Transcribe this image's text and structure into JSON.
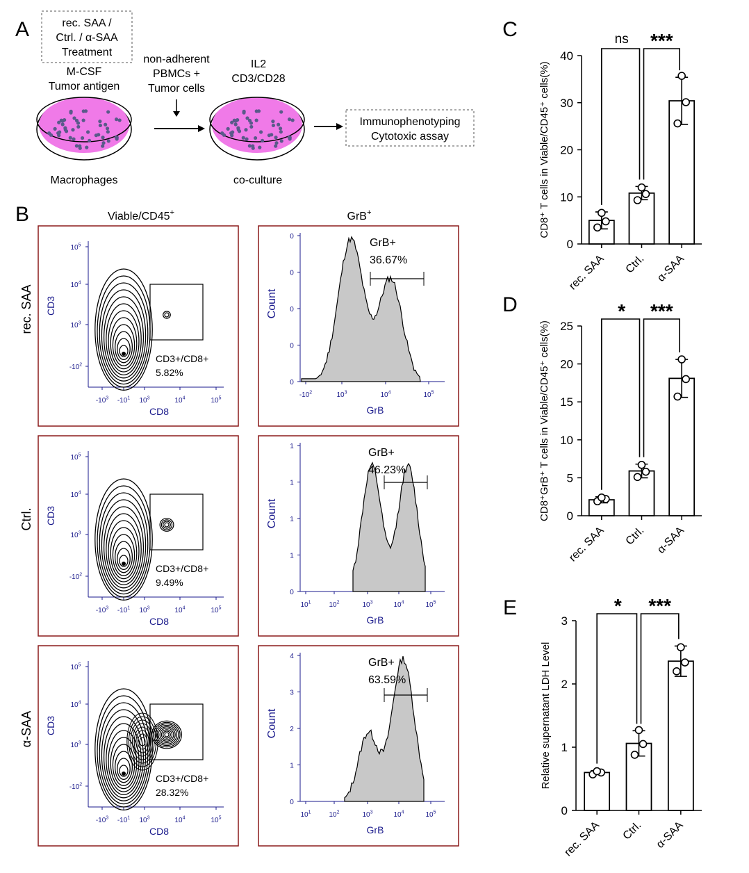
{
  "panel_a": {
    "label": "A",
    "treatment_lines": [
      "rec. SAA /",
      "Ctrl. / α-SAA",
      "Treatment"
    ],
    "mcsf_lines": [
      "M-CSF",
      "Tumor antigen"
    ],
    "dish1_label": "Macrophages",
    "mid_lines": [
      "non-adherent",
      "PBMCs +",
      "Tumor cells"
    ],
    "il2_lines": [
      "IL2",
      "CD3/CD28"
    ],
    "dish2_label": "co-culture",
    "assay_lines": [
      "Immunophenotyping",
      "Cytotoxic assay"
    ]
  },
  "panel_b": {
    "label": "B",
    "col1_title": "Viable/CD45",
    "col2_title": "GrB",
    "title_sup": "+",
    "rows": [
      {
        "name": "rec. SAA",
        "gate_line1": "CD3+/CD8+",
        "gate_line2": "5.82%",
        "grb_line1": "GrB+",
        "grb_line2": "36.67%",
        "y_ticks": [
          "0",
          "0",
          "0",
          "0",
          "0"
        ],
        "x_ticks": [
          "-10",
          "10",
          "10",
          "10"
        ],
        "x_exp": [
          "2",
          "3",
          "4",
          "5"
        ]
      },
      {
        "name": "Ctrl.",
        "gate_line1": "CD3+/CD8+",
        "gate_line2": "9.49%",
        "grb_line1": "GrB+",
        "grb_line2": "46.23%",
        "y_ticks": [
          "0",
          "1",
          "1",
          "1",
          "1"
        ],
        "x_ticks": [
          "10",
          "10",
          "10",
          "10",
          "10"
        ],
        "x_exp": [
          "1",
          "2",
          "3",
          "4",
          "5"
        ]
      },
      {
        "name": "α-SAA",
        "gate_line1": "CD3+/CD8+",
        "gate_line2": "28.32%",
        "grb_line1": "GrB+",
        "grb_line2": "63.59%",
        "y_ticks": [
          "0",
          "1",
          "2",
          "3",
          "4"
        ],
        "x_ticks": [
          "10",
          "10",
          "10",
          "10",
          "10"
        ],
        "x_exp": [
          "1",
          "2",
          "3",
          "4",
          "5"
        ]
      }
    ],
    "contour_axes": {
      "ylabel": "CD3",
      "xlabel": "CD8",
      "y_ticks": [
        "-10",
        "10",
        "10",
        "10",
        "10"
      ],
      "y_exp": [
        "2",
        "3",
        "4",
        "5",
        "5"
      ],
      "x_ticks": [
        "-10",
        "-10",
        "10",
        "10",
        "10"
      ],
      "x_exp": [
        "3",
        "1",
        "3",
        "4",
        "5"
      ]
    },
    "hist_axes": {
      "ylabel": "Count",
      "xlabel": "GrB"
    }
  },
  "chart_data": [
    {
      "panel": "C",
      "type": "bar",
      "categories": [
        "rec. SAA",
        "Ctrl.",
        "α-SAA"
      ],
      "values": [
        5.0,
        10.8,
        30.4
      ],
      "errors": [
        1.8,
        1.4,
        5.0
      ],
      "points": [
        [
          3.5,
          4.8,
          6.6
        ],
        [
          9.3,
          10.6,
          12.0
        ],
        [
          25.6,
          30.1,
          35.7
        ]
      ],
      "ylabel": "CD8⁺ T cells in Viable/CD45⁺ cells(%)",
      "ylim": [
        0,
        40
      ],
      "yticks": [
        0,
        10,
        20,
        30,
        40
      ],
      "significance": [
        {
          "from": 0,
          "to": 1,
          "label": "ns"
        },
        {
          "from": 1,
          "to": 2,
          "label": "***"
        }
      ]
    },
    {
      "panel": "D",
      "type": "bar",
      "categories": [
        "rec. SAA",
        "Ctrl.",
        "α-SAA"
      ],
      "values": [
        2.1,
        5.9,
        18.1
      ],
      "errors": [
        0.4,
        0.9,
        2.5
      ],
      "points": [
        [
          1.9,
          2.2,
          2.4
        ],
        [
          5.1,
          5.8,
          6.7
        ],
        [
          15.7,
          18.0,
          20.6
        ]
      ],
      "ylabel": "CD8⁺GrB⁺ T cells in Viable/CD45⁺ cells(%)",
      "ylim": [
        0,
        25
      ],
      "yticks": [
        0,
        5,
        10,
        15,
        20,
        25
      ],
      "significance": [
        {
          "from": 0,
          "to": 1,
          "label": "*"
        },
        {
          "from": 1,
          "to": 2,
          "label": "***"
        }
      ]
    },
    {
      "panel": "E",
      "type": "bar",
      "categories": [
        "rec. SAA",
        "Ctrl.",
        "α-SAA"
      ],
      "values": [
        0.6,
        1.06,
        2.36
      ],
      "errors": [
        0.03,
        0.2,
        0.24
      ],
      "points": [
        [
          0.57,
          0.6,
          0.62
        ],
        [
          0.88,
          1.05,
          1.27
        ],
        [
          2.2,
          2.34,
          2.58
        ]
      ],
      "ylabel": "Relative supernatant LDH Level",
      "ylim": [
        0,
        3
      ],
      "yticks": [
        0,
        1,
        2,
        3
      ],
      "significance": [
        {
          "from": 0,
          "to": 1,
          "label": "*"
        },
        {
          "from": 1,
          "to": 2,
          "label": "***"
        }
      ]
    }
  ],
  "colors": {
    "panel_border": "#8b1a1a",
    "axis_blue": "#1a1a8c",
    "dish_pink": "#f07ae8",
    "hist_fill": "#c8c8c8"
  }
}
